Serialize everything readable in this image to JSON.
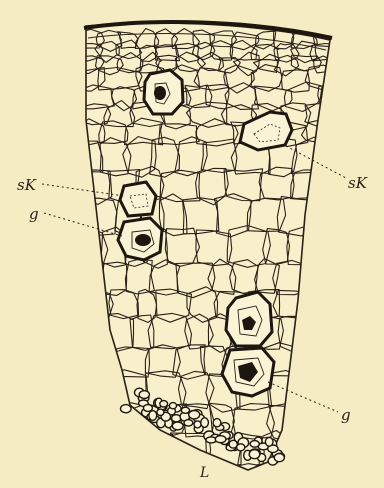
{
  "figure": {
    "kind": "botanical cross-section drawing of plant tissue",
    "colors": {
      "paper": "#f6ecc4",
      "ink": "#2a2118",
      "cell_fill": "#f8efcb"
    }
  },
  "labels": {
    "sk_left": "sK",
    "g_left": "g",
    "sk_right": "sK",
    "g_right": "g",
    "bottom": "L"
  }
}
